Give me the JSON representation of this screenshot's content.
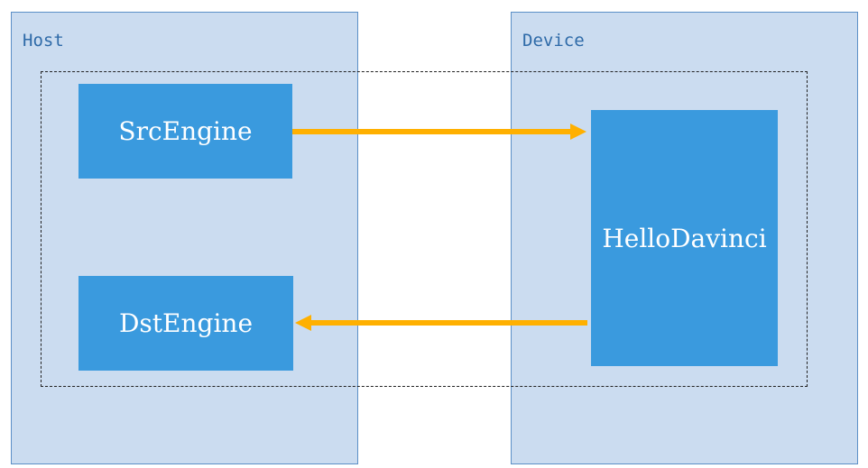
{
  "panels": {
    "host": {
      "label": "Host"
    },
    "device": {
      "label": "Device"
    }
  },
  "nodes": {
    "src_engine": "SrcEngine",
    "dst_engine": "DstEngine",
    "hello_davinci": "HelloDavinci"
  },
  "colors": {
    "panel_fill": "#cbdcf0",
    "panel_border": "#5b8fc7",
    "node_fill": "#3a9ade",
    "arrow": "#ffb000"
  }
}
